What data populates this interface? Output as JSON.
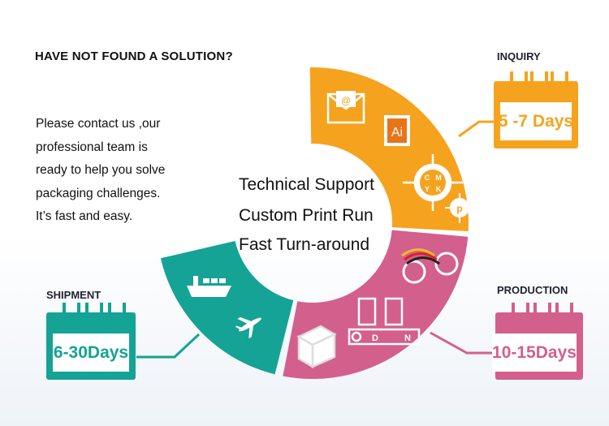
{
  "heading": "HAVE NOT FOUND A SOLUTION?",
  "contact_lines": [
    "Please contact us ,our",
    "professional team is",
    "ready to help you solve",
    "packaging challenges.",
    "It’s fast and easy."
  ],
  "services": [
    "Technical Support",
    "Custom Print Run",
    "Fast Turn-around"
  ],
  "stages": {
    "inquiry": {
      "label": "INQUIRY",
      "duration": "5 -7 Days",
      "color": "#f5a31e"
    },
    "production": {
      "label": "PRODUCTION",
      "duration": "10-15Days",
      "color": "#d35f8d"
    },
    "shipment": {
      "label": "SHIPMENT",
      "duration": "6-30Days",
      "color": "#14a394"
    }
  },
  "icon_text": {
    "ai": "Ai",
    "at": "@",
    "c": "C",
    "m": "M",
    "y": "Y",
    "k": "K",
    "p": "p",
    "d": "D",
    "n": "N"
  }
}
